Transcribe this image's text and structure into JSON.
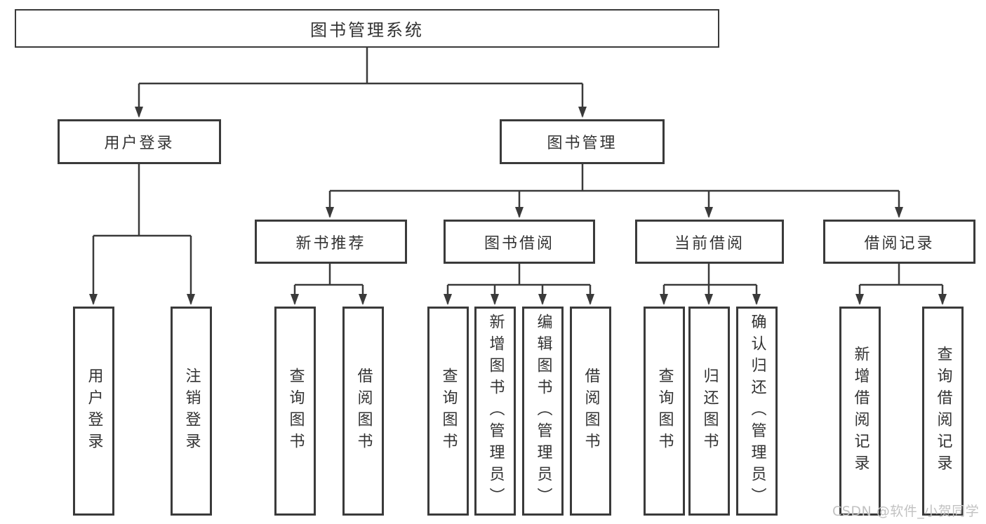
{
  "title": "图书管理系统",
  "colors": {
    "line": "#3a3a3a",
    "text": "#333333",
    "watermark": "#c2c2c2",
    "background": "#ffffff"
  },
  "watermark": {
    "text": "CSDN @软件_小贺同学"
  },
  "tree": {
    "label": "图书管理系统",
    "children": [
      {
        "label": "用户登录",
        "children": [
          {
            "label": "用户登录"
          },
          {
            "label": "注销登录"
          }
        ]
      },
      {
        "label": "图书管理",
        "children": [
          {
            "label": "新书推荐",
            "children": [
              {
                "label": "查询图书"
              },
              {
                "label": "借阅图书"
              }
            ]
          },
          {
            "label": "图书借阅",
            "children": [
              {
                "label": "查询图书"
              },
              {
                "label": "新增图书（管理员）"
              },
              {
                "label": "编辑图书（管理员）"
              },
              {
                "label": "借阅图书"
              }
            ]
          },
          {
            "label": "当前借阅",
            "children": [
              {
                "label": "查询图书"
              },
              {
                "label": "归还图书"
              },
              {
                "label": "确认归还（管理员）"
              }
            ]
          },
          {
            "label": "借阅记录",
            "children": [
              {
                "label": "新增借阅记录"
              },
              {
                "label": "查询借阅记录"
              }
            ]
          }
        ]
      }
    ]
  }
}
